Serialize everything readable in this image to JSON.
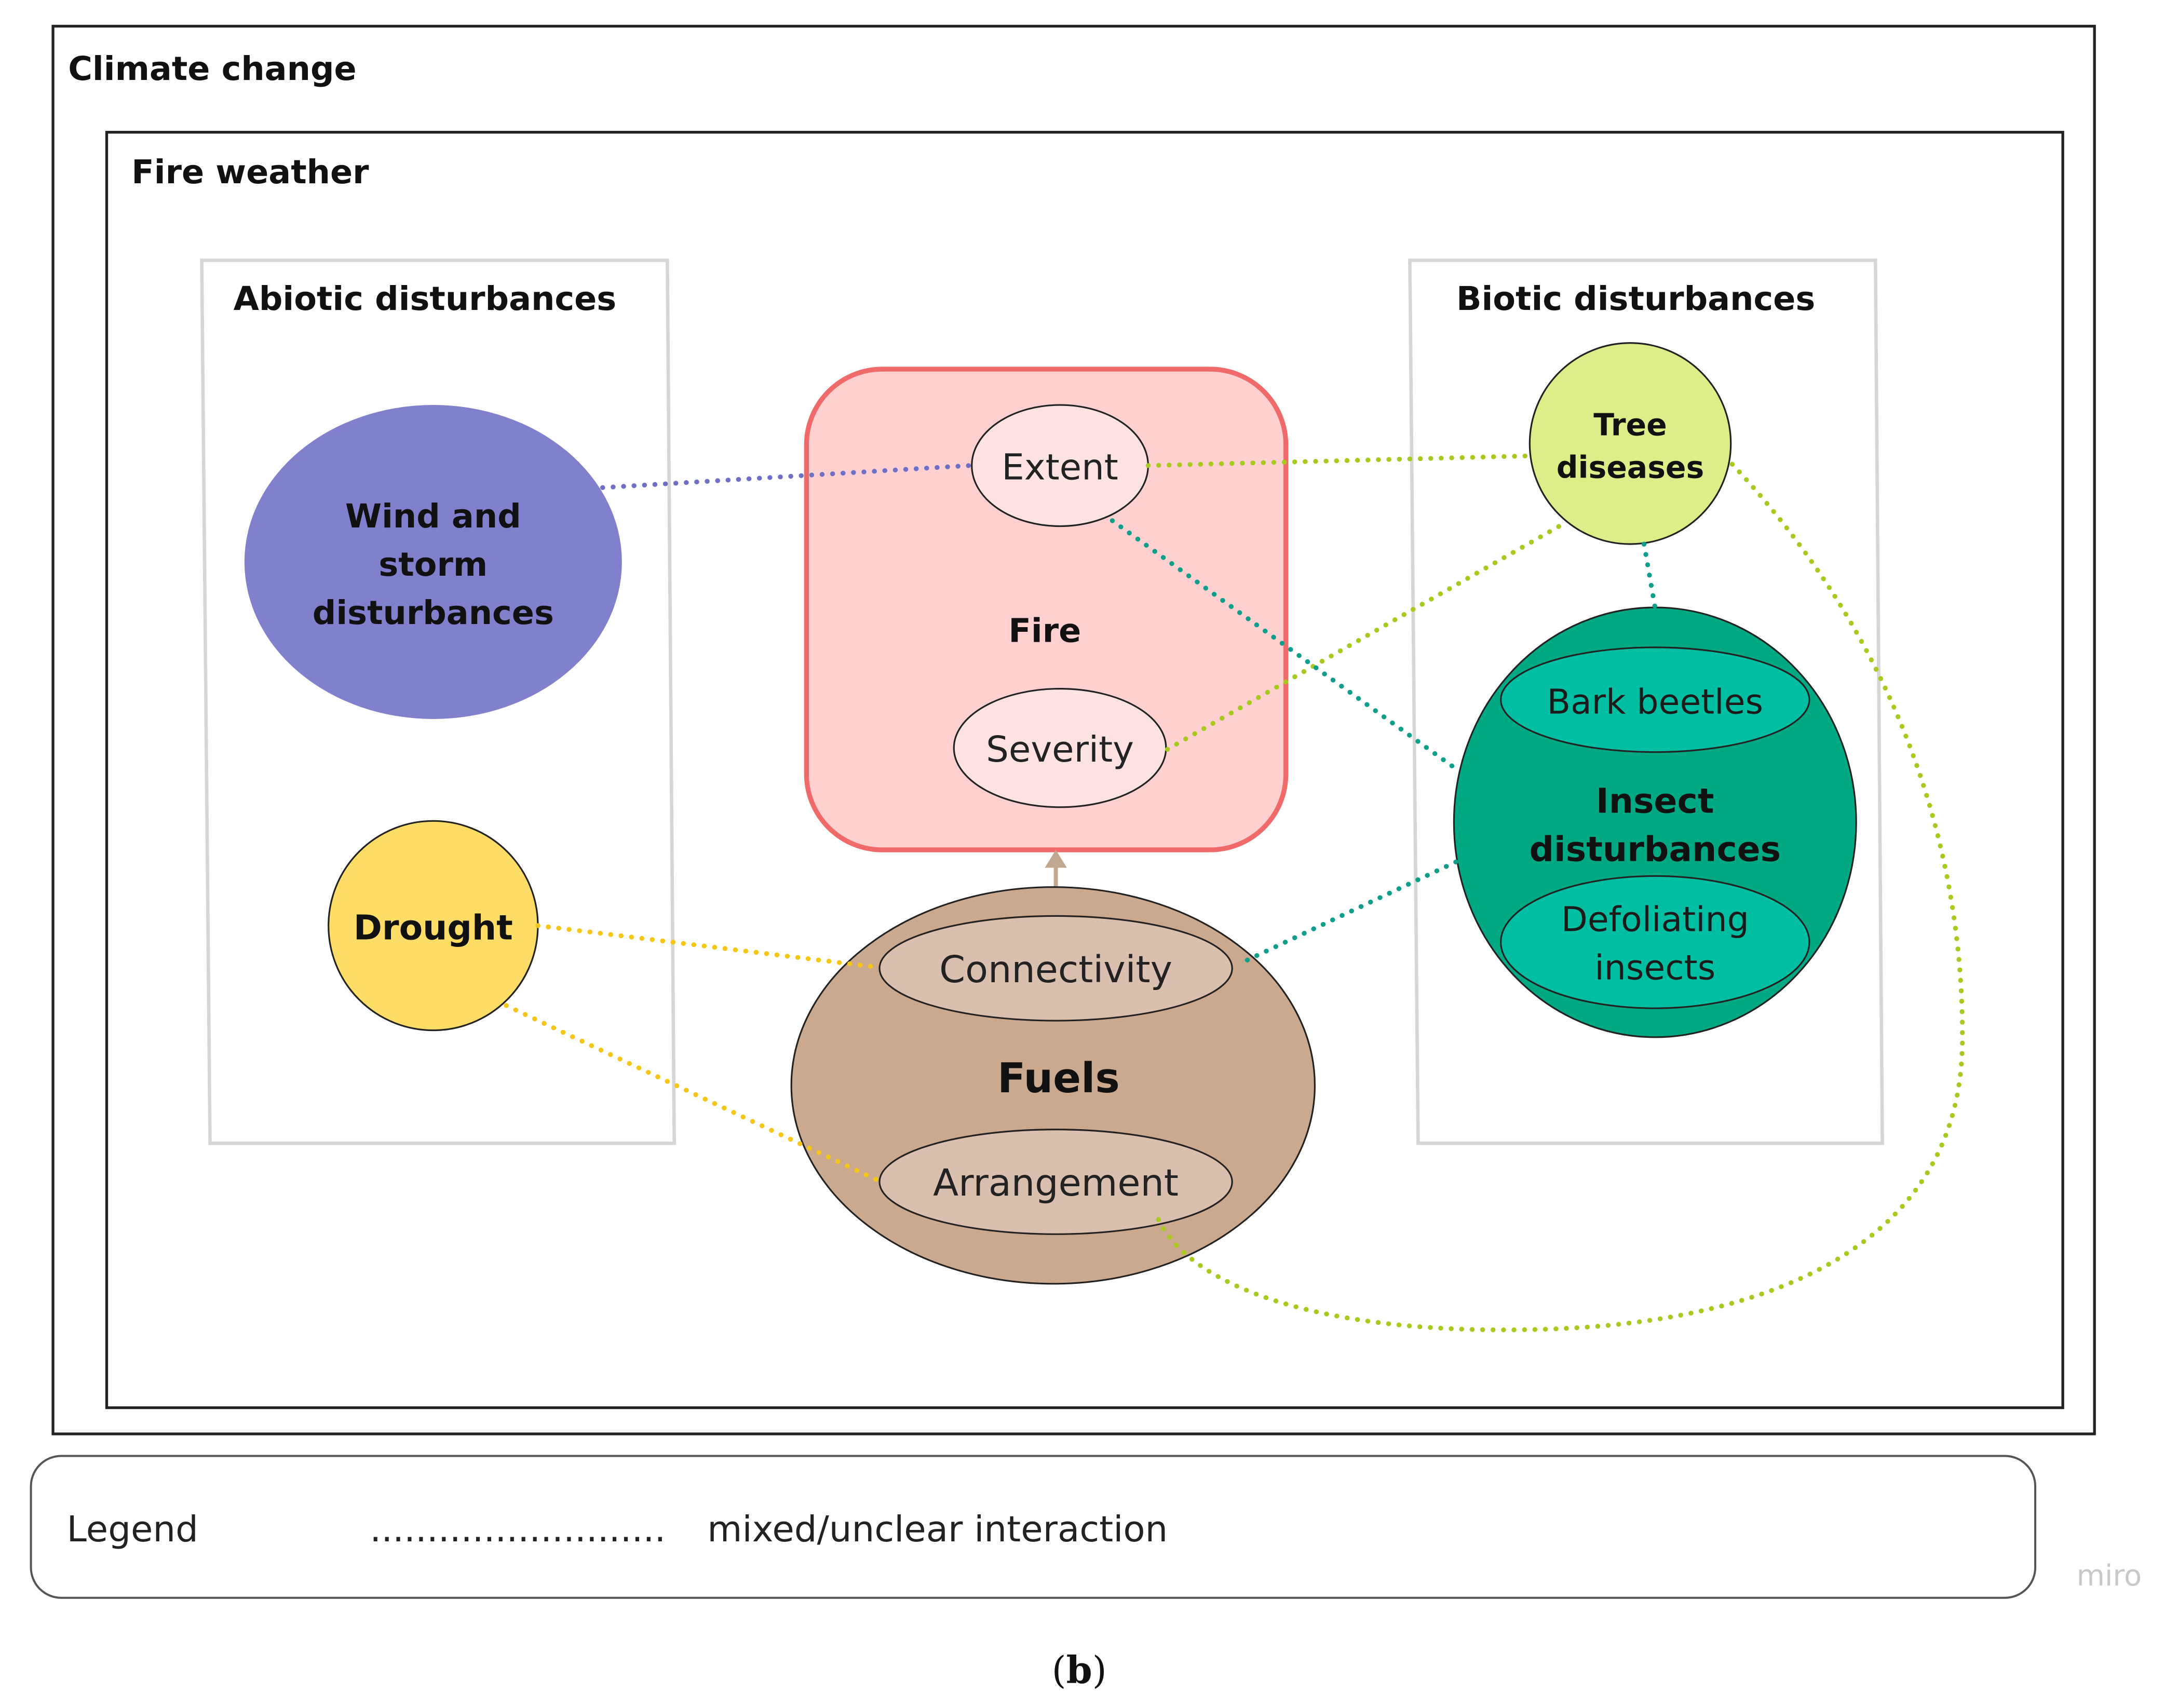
{
  "frames": {
    "climate_change": "Climate change",
    "fire_weather": "Fire weather",
    "abiotic": "Abiotic disturbances",
    "biotic": "Biotic disturbances"
  },
  "nodes": {
    "wind": [
      "Wind and",
      "storm",
      "disturbances"
    ],
    "drought": "Drought",
    "fire": {
      "title": "Fire",
      "extent": "Extent",
      "severity": "Severity"
    },
    "fuels": {
      "title": "Fuels",
      "connectivity": "Connectivity",
      "arrangement": "Arrangement"
    },
    "tree_diseases": [
      "Tree",
      "diseases"
    ],
    "insects": {
      "title": [
        "Insect",
        "disturbances"
      ],
      "bark_beetles": "Bark beetles",
      "defoliating": [
        "Defoliating",
        "insects"
      ]
    }
  },
  "legend": {
    "title": "Legend",
    "line_sample": "..........................",
    "description": "mixed/unclear interaction"
  },
  "watermark": "miro",
  "caption": {
    "open": "(",
    "letter": "b",
    "close": ")"
  },
  "colors": {
    "wind": "#8080cc",
    "drought": "#fddd66",
    "fire_fill": "#ffd0d0",
    "fire_border": "#f06a6a",
    "fuels": "#cba98f",
    "fuels_inner": "#d9bfae",
    "tree_diseases": "#dbee88",
    "insects": "#00a884",
    "insects_inner": "#00bea2",
    "link_blue": "#6f6fc8",
    "link_yellow": "#f5c518",
    "link_lime": "#a8c91e",
    "link_teal": "#109e8c",
    "arrow": "#c2a890"
  }
}
